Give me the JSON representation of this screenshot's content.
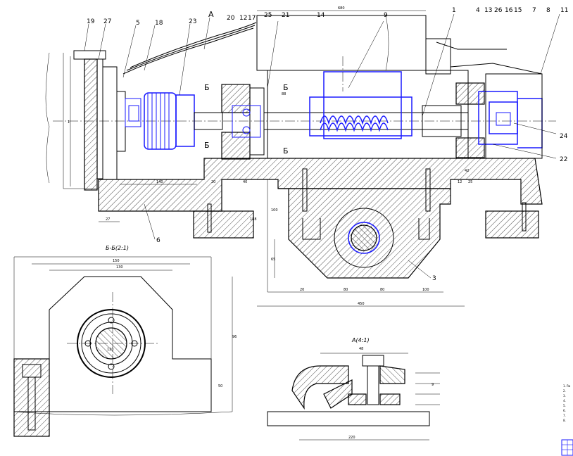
{
  "callouts": {
    "c19": "19",
    "c27": "27",
    "c5": "5",
    "c18": "18",
    "c23": "23",
    "cA": "A",
    "c20": "20",
    "c12": "12",
    "c17": "17",
    "c25": "25",
    "c21": "21",
    "c14": "14",
    "c9": "9",
    "c1": "1",
    "c4": "4",
    "c13": "13",
    "c26": "26",
    "c16": "16",
    "c15": "15",
    "c7": "7",
    "c8": "8",
    "c11": "11",
    "c24": "24",
    "c22": "22",
    "c6": "6",
    "c3": "3"
  },
  "section_marks": {
    "b1": "Б",
    "b2": "Б",
    "b3": "Б",
    "b4": "Б"
  },
  "view_titles": {
    "section_bb": "Б-Б(2:1)",
    "view_a": "А(4:1)"
  },
  "dims": {
    "top_width": "680",
    "d1": "1",
    "d2": "140",
    "d3": "20",
    "d4": "40",
    "d5": "88",
    "d6": "27",
    "d7": "100",
    "d8": "65",
    "d9": "80",
    "d10": "80",
    "d11": "100",
    "d12": "450",
    "d13": "12",
    "d14": "25",
    "d15": "42",
    "d16": "20",
    "d17": "150",
    "d18": "130",
    "d19": "120",
    "d20": "96",
    "d21": "50",
    "d22": "48",
    "d23": "220",
    "d24": "188",
    "d25": "9"
  },
  "notes": {
    "n1": "1. Ra",
    "n2": "2. ",
    "n3": "3. ",
    "n4": "4. ",
    "n5": "5. ",
    "n6": "6. ",
    "n7": "7. ",
    "n8": "8. "
  }
}
